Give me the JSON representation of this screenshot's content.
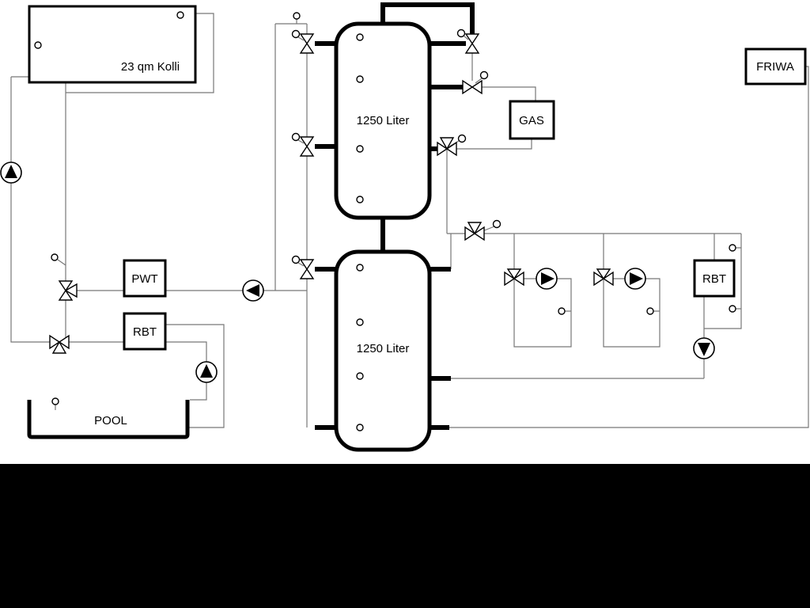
{
  "page": {
    "background": "#ffffff",
    "letterbox_band_color": "#000000"
  },
  "colors": {
    "pipe_thin": "#777777",
    "pipe_thick": "#000000",
    "component_fill": "#ffffff",
    "component_stroke": "#000000"
  },
  "labels": {
    "collector": "23 qm Kolli",
    "tank_top": "1250 Liter",
    "tank_bottom": "1250 Liter",
    "gas": "GAS",
    "friwa": "FRIWA",
    "pwt": "PWT",
    "rbt_left": "RBT",
    "rbt_right": "RBT",
    "pool": "POOL"
  },
  "icons": {
    "pump-icon": "circle with solid triangle showing flow direction",
    "valve-icon": "bowtie (two hollow triangles)",
    "three-way-valve-icon": "bowtie with third hollow triangle",
    "actuator-icon": "small circle with stem on valve",
    "temp-sensor-icon": "small circle with stem"
  }
}
